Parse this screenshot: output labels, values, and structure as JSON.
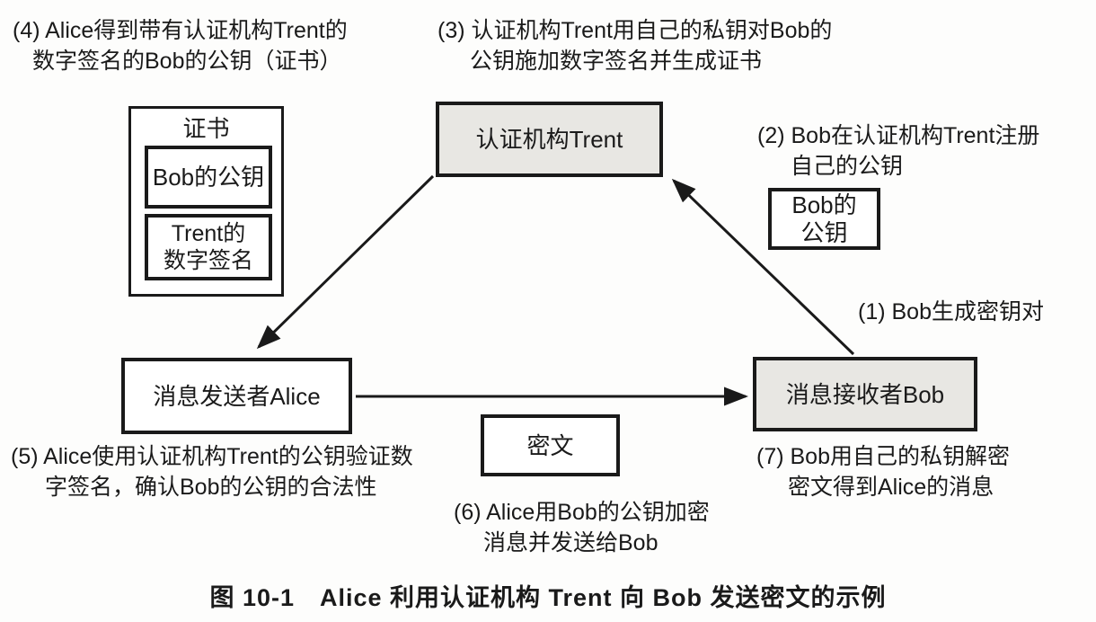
{
  "colors": {
    "ink": "#1a1a1a",
    "box_shade": "#e8e7e3",
    "background": "#fdfdfc"
  },
  "annotations": {
    "step1": {
      "line1": "(1) Bob生成密钥对"
    },
    "step2": {
      "line1": "(2) Bob在认证机构Trent注册",
      "line2": "自己的公钥"
    },
    "step3": {
      "line1": "(3) 认证机构Trent用自己的私钥对Bob的",
      "line2": "公钥施加数字签名并生成证书"
    },
    "step4": {
      "line1": "(4) Alice得到带有认证机构Trent的",
      "line2": "数字签名的Bob的公钥（证书）"
    },
    "step5": {
      "line1": "(5) Alice使用认证机构Trent的公钥验证数",
      "line2": "字签名，确认Bob的公钥的合法性"
    },
    "step6": {
      "line1": "(6) Alice用Bob的公钥加密",
      "line2": "消息并发送给Bob"
    },
    "step7": {
      "line1": "(7) Bob用自己的私钥解密",
      "line2": "密文得到Alice的消息"
    }
  },
  "nodes": {
    "certificate": {
      "title": "证书",
      "bob_key": "Bob的公钥",
      "trent_sig_line1": "Trent的",
      "trent_sig_line2": "数字签名"
    },
    "trent": {
      "label": "认证机构Trent"
    },
    "bob_public_key": {
      "line1": "Bob的",
      "line2": "公钥"
    },
    "alice": {
      "label": "消息发送者Alice"
    },
    "bob": {
      "label": "消息接收者Bob"
    },
    "ciphertext": {
      "label": "密文"
    }
  },
  "caption": "图 10-1　Alice 利用认证机构 Trent 向 Bob 发送密文的示例"
}
